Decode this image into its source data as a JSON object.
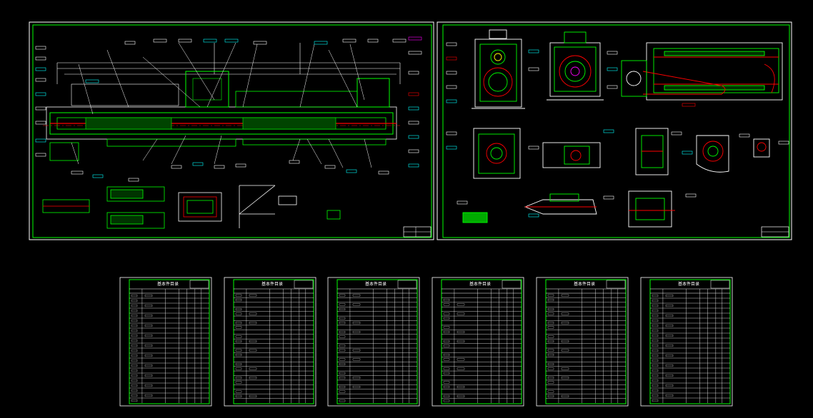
{
  "workspace": {
    "background": "#000000",
    "colors": {
      "frame": "#00ff00",
      "line": "#ffffff",
      "red": "#ff0000",
      "cyan": "#00ffff",
      "magenta": "#ff00ff",
      "yellow": "#ffff00"
    }
  },
  "drawings": [
    {
      "id": "assembly-drawing",
      "content": "long shaft assembly with section views"
    },
    {
      "id": "detail-drawing",
      "content": "gearbox and component detail views"
    }
  ],
  "parts_list_sheets": [
    {
      "title": "基本件目录",
      "rows": 22
    },
    {
      "title": "基本件目录",
      "rows": 24
    },
    {
      "title": "基本件目录",
      "rows": 24
    },
    {
      "title": "基本件目录",
      "rows": 24
    },
    {
      "title": "基本件目录",
      "rows": 24
    },
    {
      "title": "基本件目录",
      "rows": 22
    }
  ]
}
